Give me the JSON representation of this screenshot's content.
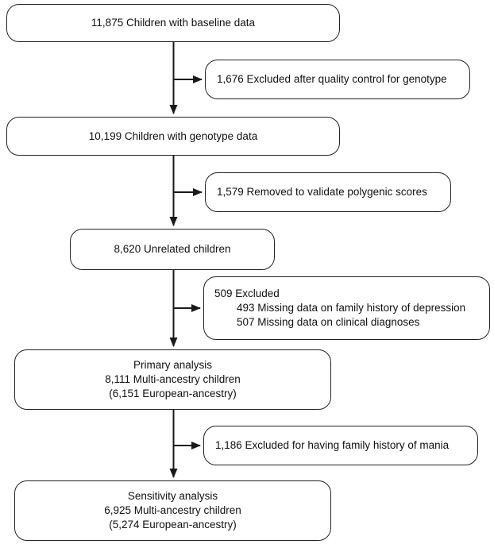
{
  "colors": {
    "line": "#1a1a1a",
    "box_border": "#222222",
    "box_fill": "#ffffff",
    "text": "#111111"
  },
  "boxes": {
    "baseline": {
      "text": "11,875 Children with baseline data"
    },
    "excluded_qc": {
      "text": "1,676 Excluded after quality control for genotype"
    },
    "genotype": {
      "text": "10,199 Children with genotype data"
    },
    "removed_validation": {
      "text": "1,579 Removed to validate polygenic scores"
    },
    "unrelated": {
      "text": "8,620 Unrelated children"
    },
    "excluded_missing": {
      "header": "509 Excluded",
      "item1": "493 Missing data on family history of depression",
      "item2": "507 Missing data on clinical diagnoses"
    },
    "primary": {
      "line1": "Primary analysis",
      "line2": "8,111 Multi-ancestry children",
      "line3": "(6,151 European-ancestry)"
    },
    "excluded_mania": {
      "text": "1,186 Excluded for having family history of mania"
    },
    "sensitivity": {
      "line1": "Sensitivity analysis",
      "line2": "6,925 Multi-ancestry children",
      "line3": "(5,274 European-ancestry)"
    }
  }
}
